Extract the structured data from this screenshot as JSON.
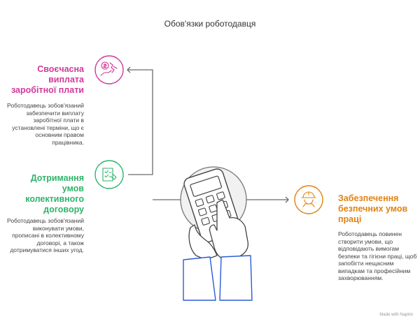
{
  "title": "Обов'язки роботодавця",
  "items": [
    {
      "heading": "Своєчасна виплата заробітної плати",
      "text": "Роботодавець зобов'язаний забезпечити виплату заробітної плати в установлені терміни, що є основним правом працівника.",
      "color": "#d2399a",
      "icon": "salary-hand-icon"
    },
    {
      "heading": "Дотримання умов колективного договору",
      "text": "Роботодавець зобов'язаний виконувати умови, прописані в колективному договорі, а також дотримуватися інших угод.",
      "color": "#2fb36a",
      "icon": "checklist-document-icon"
    },
    {
      "heading": "Забезпечення безпечних умов праці",
      "text": "Роботодавець повинен створити умови, що відповідають вимогам безпеки та гігієни праці, щоб запобігти нещасним випадкам та професійним захворюванням.",
      "color": "#e08312",
      "icon": "hard-hat-worker-icon"
    }
  ],
  "footer": "Made with Napkin",
  "center_icon": "hands-holding-calculator-icon"
}
